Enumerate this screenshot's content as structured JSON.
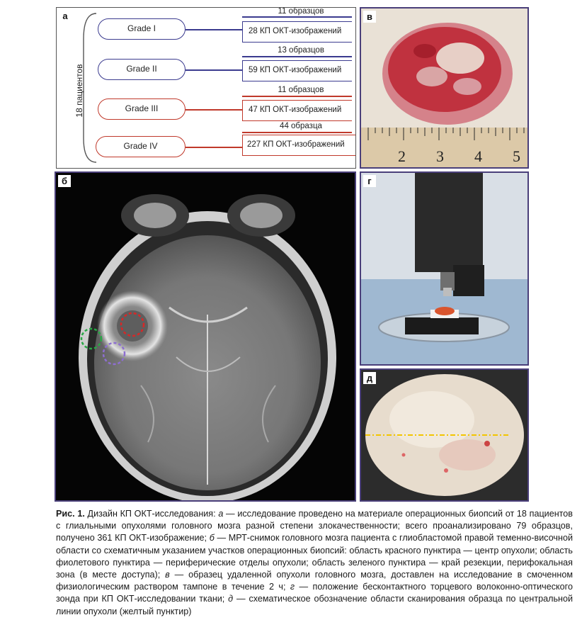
{
  "panels": {
    "a": {
      "label": "а",
      "patients_label": "18 пациентов",
      "grades": [
        {
          "name": "Grade I",
          "samples": "11 образцов",
          "images": "28 КП ОКТ-изображений",
          "color": "#3b3b8f"
        },
        {
          "name": "Grade II",
          "samples": "13 образцов",
          "images": "59 КП ОКТ-изображений",
          "color": "#3b3b8f"
        },
        {
          "name": "Grade III",
          "samples": "11 образцов",
          "images": "47 КП ОКТ-изображений",
          "color": "#c0392b"
        },
        {
          "name": "Grade IV",
          "samples": "44 образца",
          "images": "227 КП ОКТ-изображений",
          "color": "#c0392b"
        }
      ]
    },
    "b": {
      "label": "б"
    },
    "v": {
      "label": "в",
      "ruler_numbers": [
        "2",
        "3",
        "4",
        "5"
      ]
    },
    "g": {
      "label": "г"
    },
    "d": {
      "label": "д"
    }
  },
  "caption": {
    "fig_label": "Рис. 1.",
    "s1": " Дизайн КП ОКТ-исследования: ",
    "a": "а",
    "s2": " — исследование проведено на материале операционных биопсий от 18 пациентов с глиальными опухолями головного мозга разной степени злокачественности; всего проанализировано 79 образцов, получено 361 КП ОКТ-изображение; ",
    "b": "б",
    "s3": " — МРТ-снимок головного мозга пациента с глиобластомой правой теменно-височной области со схематичным указанием участков операционных биопсий: область красного пунктира — центр опухоли; область фиолетового пунктира — периферические отделы опухоли; область зеленого пунктира — край резекции, перифокальная зона (в месте доступа); ",
    "v": "в",
    "s4": " — образец удаленной опухоли головного мозга, доставлен на исследование в смоченном физиологическим раствором тампоне в течение 2 ч; ",
    "g": "г",
    "s5": " — положение бесконтактного торцевого волоконно-оптического зонда при КП ОКТ-исследовании ткани; ",
    "d": "д",
    "s6": " — схематическое обозначение области сканирования образца по центральной линии опухоли (желтый пунктир)"
  }
}
